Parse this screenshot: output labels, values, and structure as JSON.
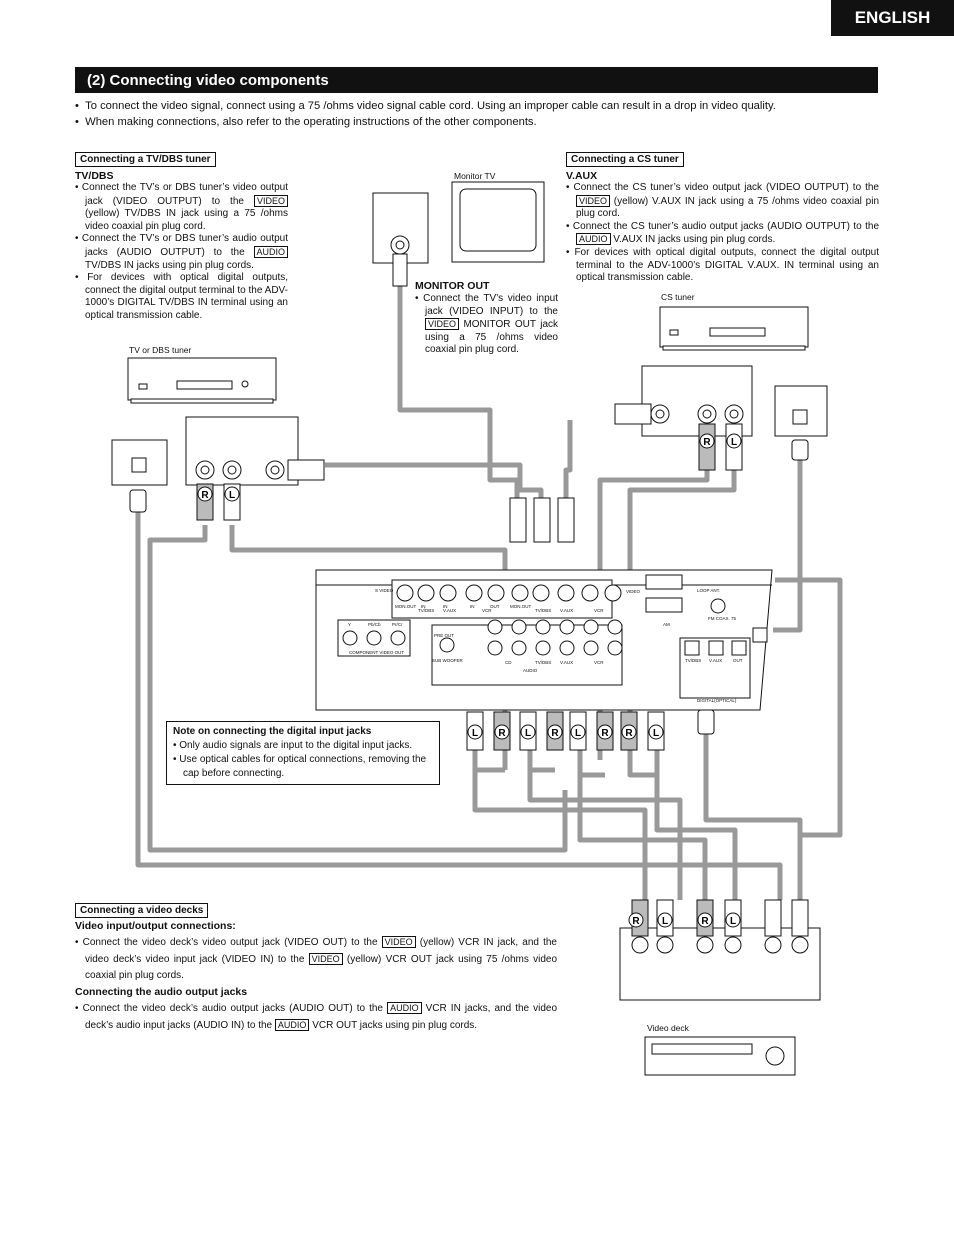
{
  "header": {
    "language": "ENGLISH"
  },
  "section": {
    "title": "(2) Connecting video components"
  },
  "intro": [
    "To connect the video signal, connect using a 75    /ohms video signal cable cord. Using an improper cable can result in a drop in video quality.",
    "When making connections, also refer to the operating instructions of the other components."
  ],
  "tv_dbs": {
    "box_title": "Connecting a TV/DBS tuner",
    "heading": "TV/DBS",
    "b1_pre": "Connect the TV’s or DBS tuner’s video output jack (VIDEO OUTPUT) to the",
    "b1_tag": "VIDEO",
    "b1_post": "(yellow) TV/DBS IN jack using a 75    /ohms video coaxial pin plug cord.",
    "b2_pre": "Connect the TV’s or DBS tuner’s audio output jacks (AUDIO OUTPUT) to the",
    "b2_tag": "AUDIO",
    "b2_post": "TV/DBS IN jacks using pin plug cords.",
    "b3": "For devices with optical digital outputs, connect the digital output terminal to the ADV-1000’s DIGITAL TV/DBS IN terminal using an optical transmission cable.",
    "device_label": "TV or DBS tuner"
  },
  "monitor": {
    "device_label": "Monitor TV",
    "heading": "MONITOR OUT",
    "b1_pre": "Connect the TV’s video input jack (VIDEO INPUT) to the",
    "b1_tag": "VIDEO",
    "b1_post": "MONITOR OUT jack using a 75    /ohms video coaxial pin plug cord."
  },
  "cs_tuner": {
    "box_title": "Connecting a CS tuner",
    "heading": "V.AUX",
    "b1_pre": "Connect the CS tuner’s video output jack (VIDEO OUTPUT) to the",
    "b1_tag": "VIDEO",
    "b1_post": "(yellow) V.AUX IN jack using a 75    /ohms video coaxial pin plug cord.",
    "b2_pre": "Connect the CS tuner’s audio output jacks (AUDIO OUTPUT) to the",
    "b2_tag": "AUDIO",
    "b2_post": "V.AUX IN jacks using pin plug cords.",
    "b3": "For devices with optical digital outputs, connect the digital output terminal to the ADV-1000’s DIGITAL V.AUX. IN terminal using an optical transmission cable.",
    "device_label": "CS tuner"
  },
  "note": {
    "title": "Note on connecting the digital input jacks",
    "b1": "Only audio signals are input to the digital input jacks.",
    "b2": "Use optical cables for optical connections, removing the cap before connecting."
  },
  "video_deck": {
    "box_title": "Connecting a video decks",
    "h1": "Video input/output connections:",
    "b1_pre": "Connect the video deck’s video output jack (VIDEO OUT) to the",
    "b1_tag1": "VIDEO",
    "b1_mid": "(yellow) VCR IN jack, and the video deck’s video input jack (VIDEO IN) to the",
    "b1_tag2": "VIDEO",
    "b1_post": "(yellow) VCR OUT jack using 75    /ohms video coaxial pin plug cords.",
    "h2": "Connecting the audio output jacks",
    "b2_pre": "Connect the video deck’s audio output jacks (AUDIO OUT) to the",
    "b2_tag1": "AUDIO",
    "b2_mid": "VCR IN jacks, and the video deck’s audio input jacks (AUDIO IN) to the",
    "b2_tag2": "AUDIO",
    "b2_post": "VCR OUT jacks using pin plug cords.",
    "device_label": "Video deck"
  },
  "panel_labels": {
    "s_video": "S VIDEO",
    "mon_out": "MON.OUT",
    "in": "IN",
    "out": "OUT",
    "tv_dbs": "TV/DBS",
    "v_aux": "V.AUX",
    "vcr": "VCR",
    "video": "VIDEO",
    "component": "COMPONENT VIDEO OUT",
    "y": "Y",
    "pb": "Pb/Cb",
    "pr": "Pr/Cr",
    "pre_out": "PRE OUT",
    "subwoofer": "SUB WOOFER",
    "audio": "AUDIO",
    "cd": "CD",
    "loop_ant": "LOOP ANT.",
    "fm": "FM COAX. 75",
    "am": "AM",
    "digital": "DIGITAL(OPTICAL)"
  },
  "rl": {
    "r": "R",
    "l": "L"
  }
}
